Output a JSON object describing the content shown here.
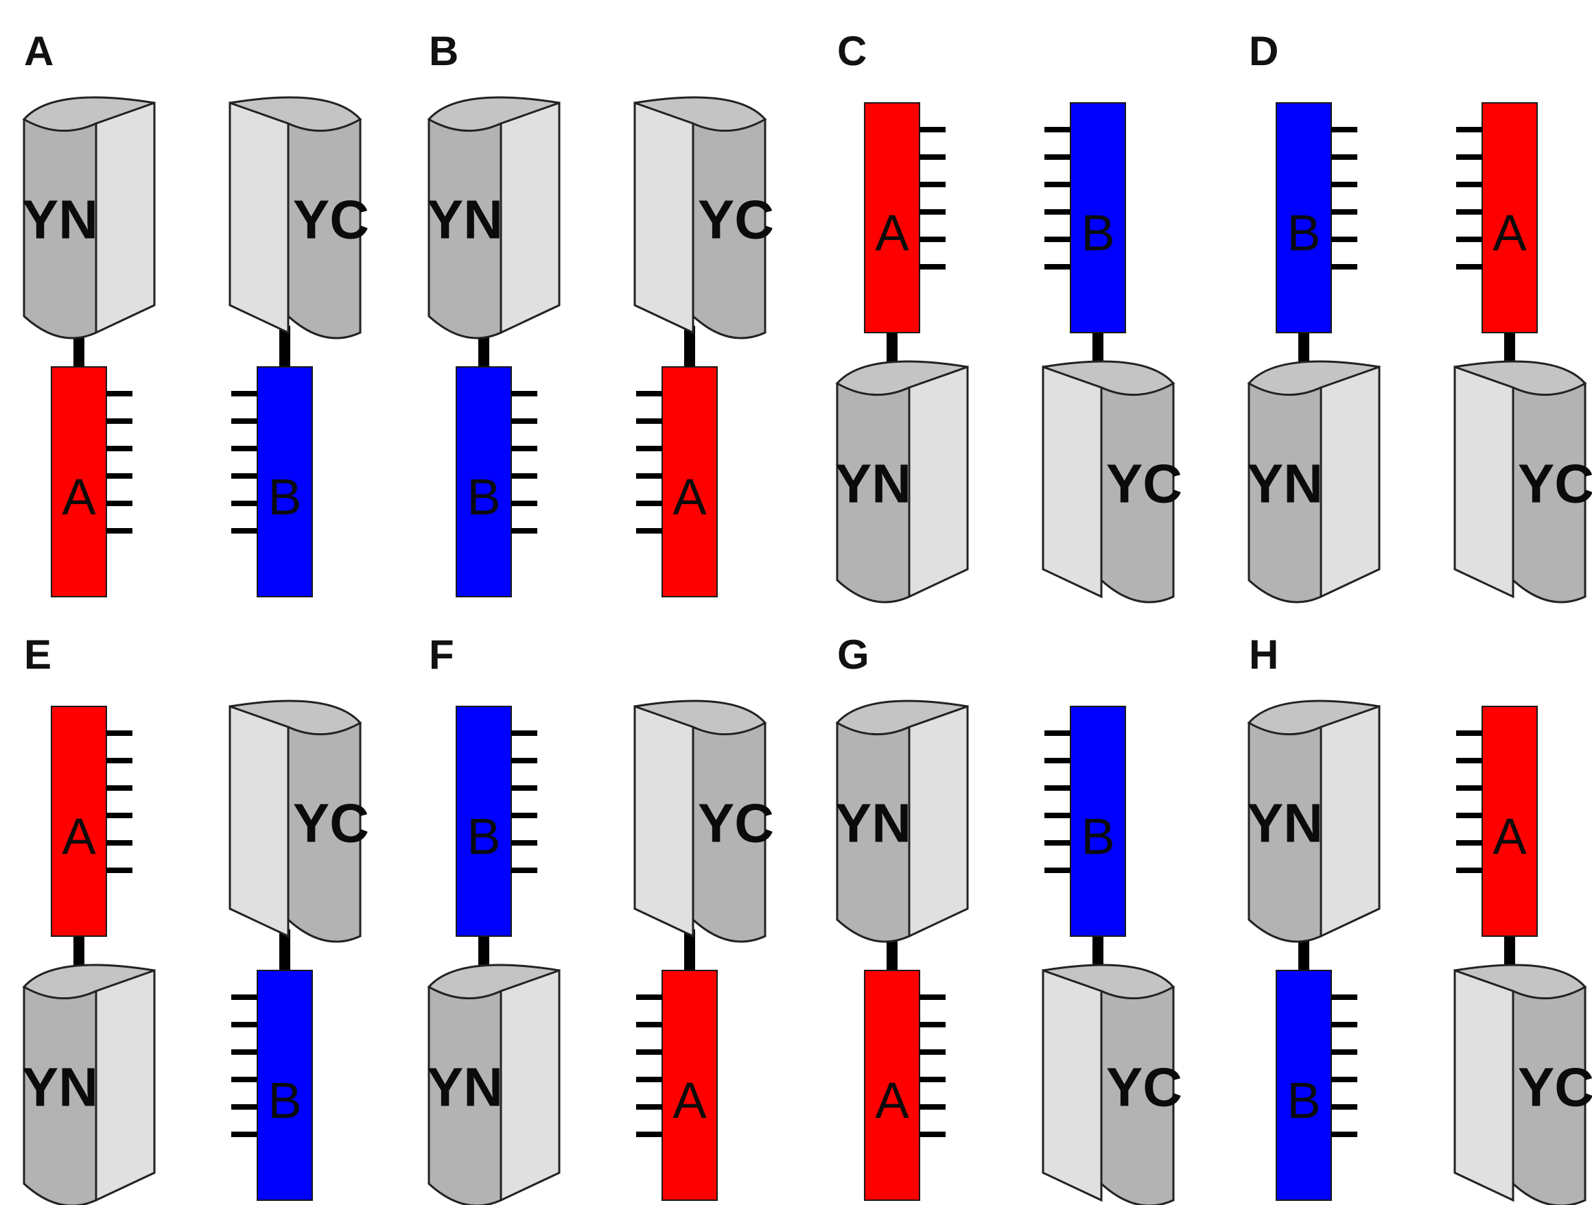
{
  "panels": [
    {
      "label": "A",
      "top": [
        {
          "kind": "cyl",
          "label": "YN"
        },
        {
          "kind": "cyl",
          "label": "YC"
        }
      ],
      "bottom": [
        {
          "kind": "bar",
          "label": "A",
          "color": "red"
        },
        {
          "kind": "bar",
          "label": "B",
          "color": "blue"
        }
      ]
    },
    {
      "label": "B",
      "top": [
        {
          "kind": "cyl",
          "label": "YN"
        },
        {
          "kind": "cyl",
          "label": "YC"
        }
      ],
      "bottom": [
        {
          "kind": "bar",
          "label": "B",
          "color": "blue"
        },
        {
          "kind": "bar",
          "label": "A",
          "color": "red"
        }
      ]
    },
    {
      "label": "C",
      "top": [
        {
          "kind": "bar",
          "label": "A",
          "color": "red"
        },
        {
          "kind": "bar",
          "label": "B",
          "color": "blue"
        }
      ],
      "bottom": [
        {
          "kind": "cyl",
          "label": "YN"
        },
        {
          "kind": "cyl",
          "label": "YC"
        }
      ]
    },
    {
      "label": "D",
      "top": [
        {
          "kind": "bar",
          "label": "B",
          "color": "blue"
        },
        {
          "kind": "bar",
          "label": "A",
          "color": "red"
        }
      ],
      "bottom": [
        {
          "kind": "cyl",
          "label": "YN"
        },
        {
          "kind": "cyl",
          "label": "YC"
        }
      ]
    },
    {
      "label": "E",
      "top": [
        {
          "kind": "bar",
          "label": "A",
          "color": "red"
        },
        {
          "kind": "cyl",
          "label": "YC"
        }
      ],
      "bottom": [
        {
          "kind": "cyl",
          "label": "YN"
        },
        {
          "kind": "bar",
          "label": "B",
          "color": "blue"
        }
      ]
    },
    {
      "label": "F",
      "top": [
        {
          "kind": "bar",
          "label": "B",
          "color": "blue"
        },
        {
          "kind": "cyl",
          "label": "YC"
        }
      ],
      "bottom": [
        {
          "kind": "cyl",
          "label": "YN"
        },
        {
          "kind": "bar",
          "label": "A",
          "color": "red"
        }
      ]
    },
    {
      "label": "G",
      "top": [
        {
          "kind": "cyl",
          "label": "YN"
        },
        {
          "kind": "bar",
          "label": "B",
          "color": "blue"
        }
      ],
      "bottom": [
        {
          "kind": "bar",
          "label": "A",
          "color": "red"
        },
        {
          "kind": "cyl",
          "label": "YC"
        }
      ]
    },
    {
      "label": "H",
      "top": [
        {
          "kind": "cyl",
          "label": "YN"
        },
        {
          "kind": "bar",
          "label": "A",
          "color": "red"
        }
      ],
      "bottom": [
        {
          "kind": "bar",
          "label": "B",
          "color": "blue"
        },
        {
          "kind": "cyl",
          "label": "YC"
        }
      ]
    }
  ],
  "colors": {
    "red": "#ff0000",
    "blue": "#0000ff",
    "cylinder_front": "#b3b3b3",
    "cylinder_side": "#e0e0e0",
    "cylinder_top": "#c4c4c4",
    "linker": "#000000"
  }
}
